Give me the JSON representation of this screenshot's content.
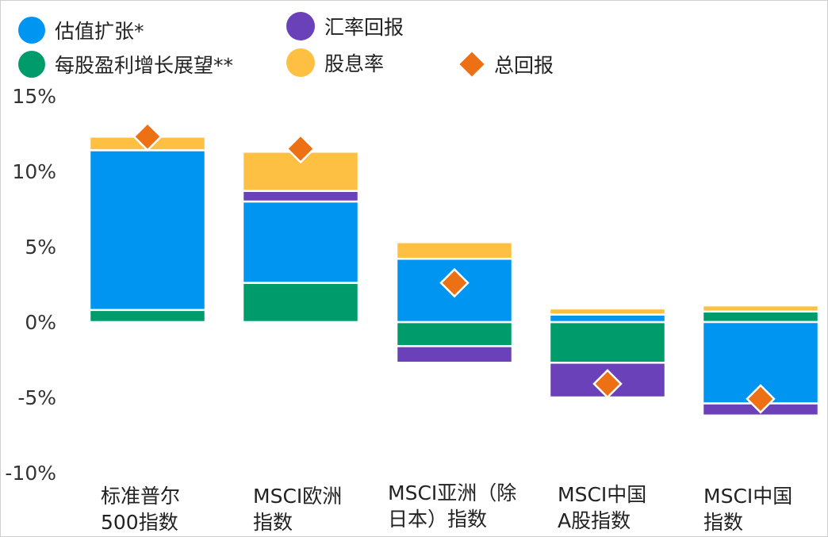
{
  "legend": [
    {
      "label": "估值扩张*",
      "color": "#0095f0",
      "shape": "circle"
    },
    {
      "label": "汇率回报",
      "color": "#6a41b8",
      "shape": "circle"
    },
    {
      "label": "每股盈利增长展望**",
      "color": "#009b6b",
      "shape": "circle"
    },
    {
      "label": "股息率",
      "color": "#fec043",
      "shape": "circle"
    },
    {
      "label": "总回报",
      "color": "#ed7014",
      "shape": "diamond"
    }
  ],
  "chart_data": {
    "type": "bar",
    "stacked": true,
    "y_tick_labels": [
      "15%",
      "10%",
      "5%",
      "0%",
      "-5%",
      "-10%"
    ],
    "ylim": [
      -10,
      15
    ],
    "y_unit": "%",
    "grid": false,
    "legend_position": "top",
    "categories": [
      [
        "标准普尔",
        "500指数"
      ],
      [
        "MSCI欧洲",
        "指数"
      ],
      [
        "MSCI亚洲（除",
        "日本）指数"
      ],
      [
        "MSCI中国",
        "A股指数"
      ],
      [
        "MSCI中国",
        "指数"
      ]
    ],
    "series": [
      {
        "name": "每股盈利增长展望**",
        "color": "#009b6b",
        "values": [
          0.8,
          2.6,
          -1.6,
          -2.7,
          0.7
        ]
      },
      {
        "name": "估值扩张*",
        "color": "#0095f0",
        "values": [
          10.6,
          5.4,
          4.2,
          0.5,
          -5.4
        ]
      },
      {
        "name": "汇率回报",
        "color": "#6a41b8",
        "values": [
          0.0,
          0.7,
          -1.1,
          -2.3,
          -0.8
        ]
      },
      {
        "name": "股息率",
        "color": "#fec043",
        "values": [
          0.9,
          2.6,
          1.1,
          0.4,
          0.4
        ]
      }
    ],
    "total_return": {
      "name": "总回报",
      "color": "#ed7014",
      "values": [
        12.3,
        11.5,
        2.6,
        -4.1,
        -5.1
      ]
    }
  }
}
